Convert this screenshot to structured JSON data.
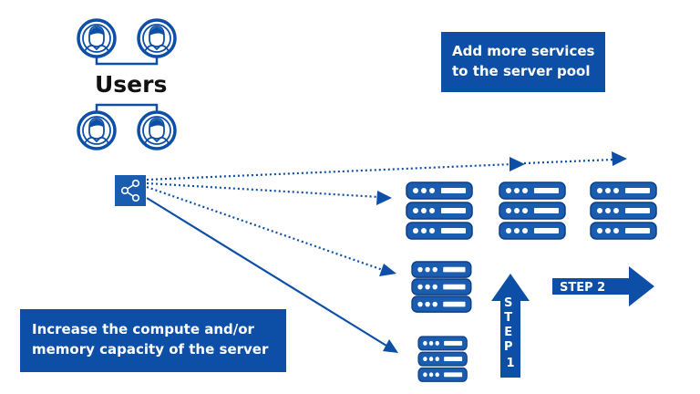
{
  "users": {
    "label": "Users"
  },
  "callouts": {
    "scale_out": [
      "Add more services",
      "to the server pool"
    ],
    "scale_up": [
      "Increase the compute and/or",
      "memory capacity of the server"
    ]
  },
  "steps": {
    "step1": "STEP 1",
    "step2": "STEP 2"
  },
  "colors": {
    "primary": "#0d4fa6",
    "server_fill": "#1a5cb0",
    "text_dark": "#111111",
    "background": "#ffffff"
  },
  "icons": {
    "user": "user-avatar-icon",
    "load_balancer": "share-icon",
    "server": "server-rack-icon"
  }
}
